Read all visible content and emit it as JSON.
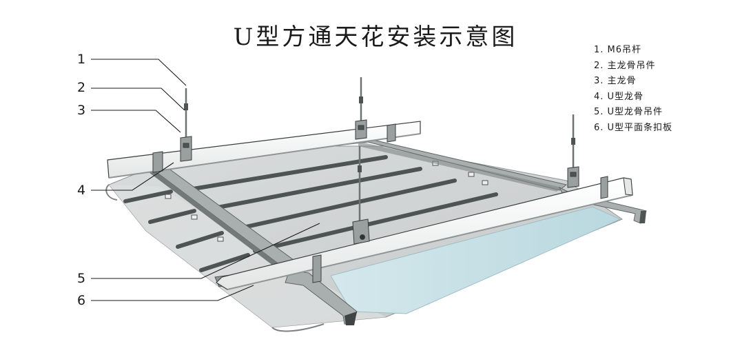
{
  "title": "U型方通天花安装示意图",
  "legend": [
    "1. M6吊杆",
    "2. 主龙骨吊件",
    "3. 主龙骨",
    "4. U型龙骨",
    "5. U型龙骨吊件",
    "6. U型平面条扣板"
  ],
  "callouts": [
    "1",
    "2",
    "3",
    "4",
    "5",
    "6"
  ],
  "colors": {
    "panel": "#d3d6d6",
    "panel_light": "#e2e4e4",
    "panel_shadow": "#b4b8b8",
    "glass": "#c6e0e6",
    "channel": "#a9aeae",
    "channel_dark": "#5f6464",
    "rod": "#6d7272",
    "white_bar": "#f6f7f7",
    "outline": "#3a3d3d",
    "leader": "#1a1a1a"
  }
}
